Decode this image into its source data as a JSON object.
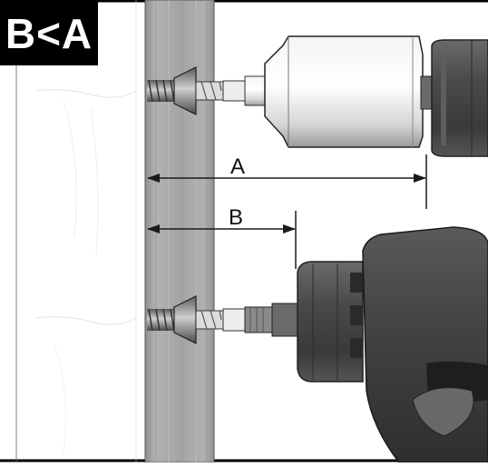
{
  "callout": {
    "text": "B<A"
  },
  "dimensions": [
    {
      "id": "A",
      "label": "A"
    },
    {
      "id": "B",
      "label": "B"
    }
  ],
  "colors": {
    "callout_bg": "#000000",
    "callout_text": "#ffffff",
    "wood": "#a8a8a8",
    "drill_dark": "#4a4a4a",
    "chuck_light": "#e6e6e6",
    "line": "#1a1a1a"
  },
  "icons": [
    "screw-icon",
    "drill-icon",
    "dimension-arrow-icon"
  ]
}
